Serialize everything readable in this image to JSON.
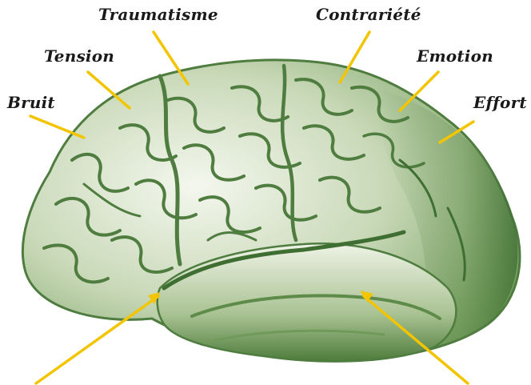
{
  "labels": {
    "traumatisme": "Traumatisme",
    "contrariete": "Contrariété",
    "tension": "Tension",
    "emotion": "Emotion",
    "bruit": "Bruit",
    "effort": "Effort"
  },
  "colors": {
    "background": "#ffffff",
    "brain_base": "#e6eedb",
    "brain_shade": "#5f8b4a",
    "brain_dark": "#3f6e33",
    "pointer": "#f2c500",
    "label_text": "#1a1a1a"
  }
}
